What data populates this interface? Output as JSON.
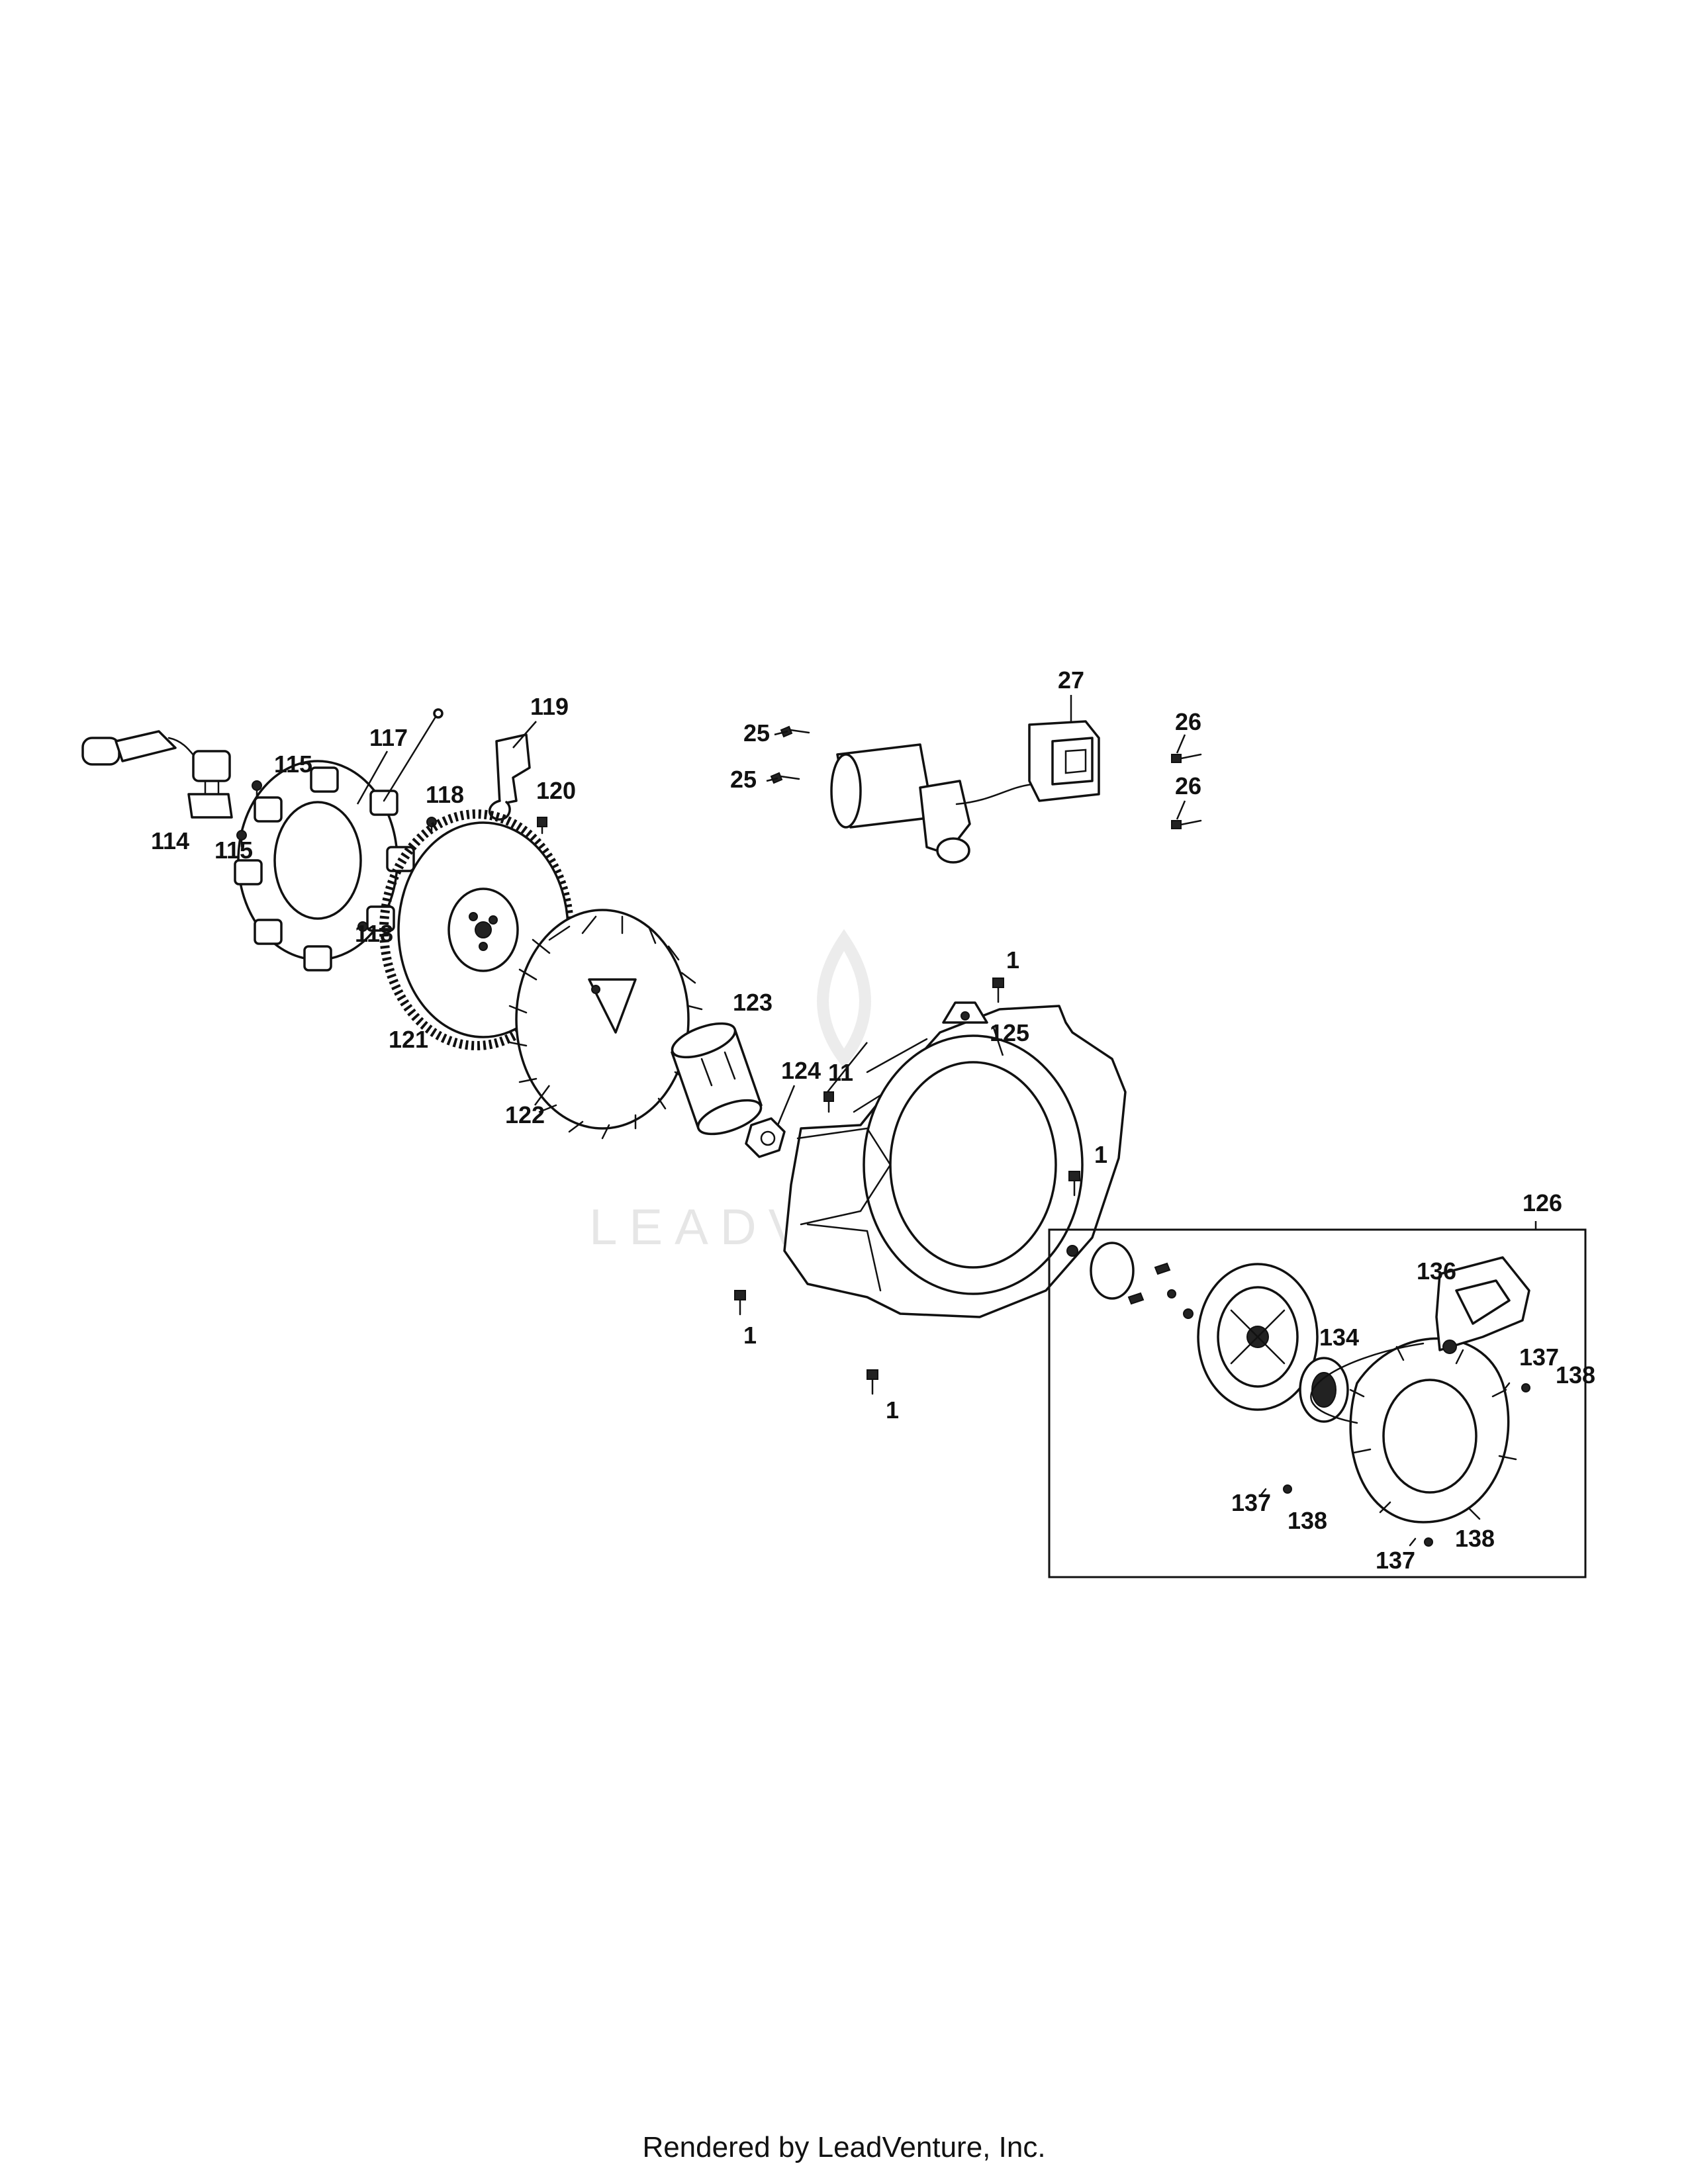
{
  "watermark": {
    "text": "LEADVENTURE"
  },
  "callouts": {
    "c27": "27",
    "c25a": "25",
    "c25b": "25",
    "c26a": "26",
    "c26b": "26",
    "c119": "119",
    "c117": "117",
    "c115a": "115",
    "c115b": "115",
    "c114": "114",
    "c118a": "118",
    "c118b": "118",
    "c120": "120",
    "c121": "121",
    "c122": "122",
    "c123": "123",
    "c124": "124",
    "c11": "11",
    "c125": "125",
    "c1a": "1",
    "c1b": "1",
    "c1c": "1",
    "c1d": "1",
    "c126": "126",
    "c136": "136",
    "c134": "134",
    "c137a": "137",
    "c137b": "137",
    "c137c": "137",
    "c138a": "138",
    "c138b": "138",
    "c138c": "138"
  },
  "footer": {
    "text": "Rendered by LeadVenture, Inc."
  }
}
